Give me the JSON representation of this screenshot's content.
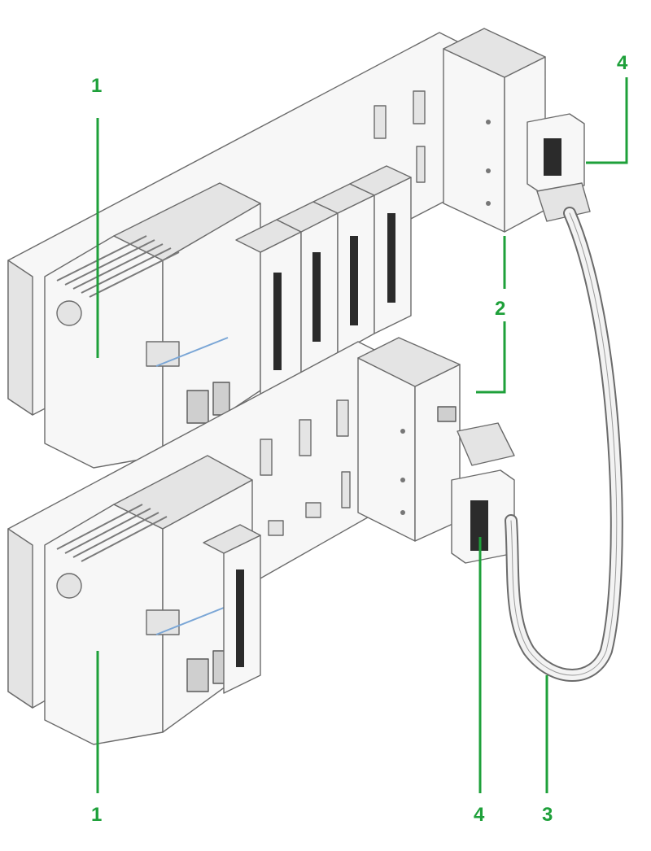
{
  "diagram": {
    "accent_color": "#1ea03a",
    "callouts": [
      {
        "id": "label-1-top",
        "text": "1"
      },
      {
        "id": "label-1-bottom",
        "text": "1"
      },
      {
        "id": "label-2",
        "text": "2"
      },
      {
        "id": "label-3",
        "text": "3"
      },
      {
        "id": "label-4-top",
        "text": "4"
      },
      {
        "id": "label-4-bottom",
        "text": "4"
      }
    ]
  }
}
